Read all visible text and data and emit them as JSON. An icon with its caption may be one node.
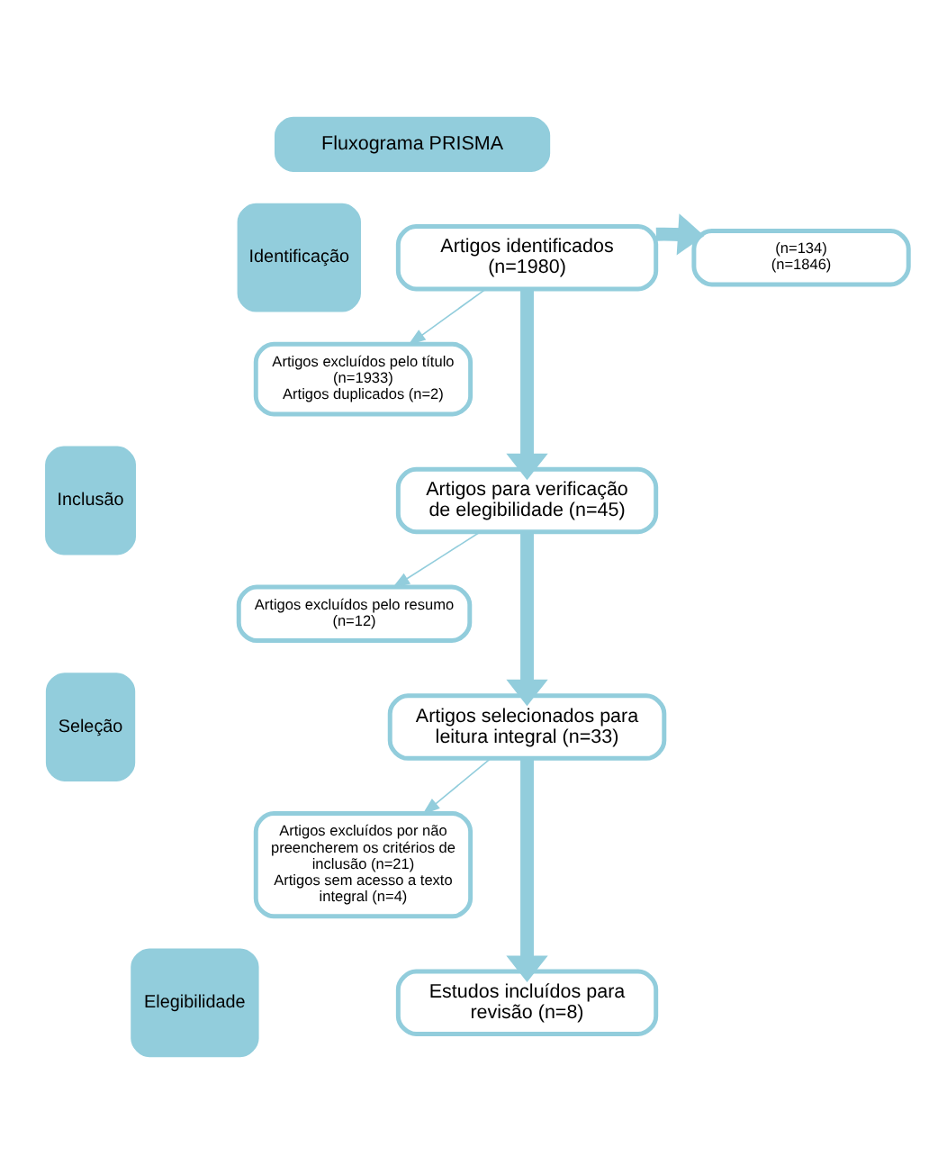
{
  "diagram": {
    "nodes": [
      {
        "text": [
          "Fluxograma PRISMA"
        ]
      },
      {
        "text": [
          "Identificação"
        ]
      },
      {
        "text": [
          "Artigos identificados (n=1980)"
        ]
      },
      {
        "text": [
          "(n=134)",
          "(n=1846)"
        ]
      },
      {
        "text": [
          "Artigos excluídos pelo título (n=1933)",
          "Artigos duplicados (n=2)"
        ]
      },
      {
        "text": [
          "Inclusão"
        ]
      },
      {
        "text": [
          "Artigos para verificação de elegibilidade (n=45)"
        ]
      },
      {
        "text": [
          "Artigos excluídos pelo resumo (n=12)"
        ]
      },
      {
        "text": [
          "Seleção"
        ]
      },
      {
        "text": [
          "Artigos selecionados para leitura integral (n=33)"
        ]
      },
      {
        "text": [
          "Artigos excluídos por não preencherem os critérios de inclusão (n=21)",
          "Artigos sem acesso a texto integral (n=4)"
        ]
      },
      {
        "text": [
          "Elegibilidade"
        ]
      },
      {
        "text": [
          "Estudos incluídos para revisão (n=8)"
        ]
      }
    ],
    "edges": [
      {
        "from": 2,
        "to": 3,
        "arrow": "to"
      },
      {
        "from": 2,
        "to": 6,
        "arrow": "to"
      },
      {
        "from": 2,
        "to": 4,
        "arrow": "to"
      },
      {
        "from": 6,
        "to": 9,
        "arrow": "to"
      },
      {
        "from": 6,
        "to": 7,
        "arrow": "to"
      },
      {
        "from": 9,
        "to": 12,
        "arrow": "to"
      },
      {
        "from": 9,
        "to": 10,
        "arrow": "to"
      }
    ]
  }
}
